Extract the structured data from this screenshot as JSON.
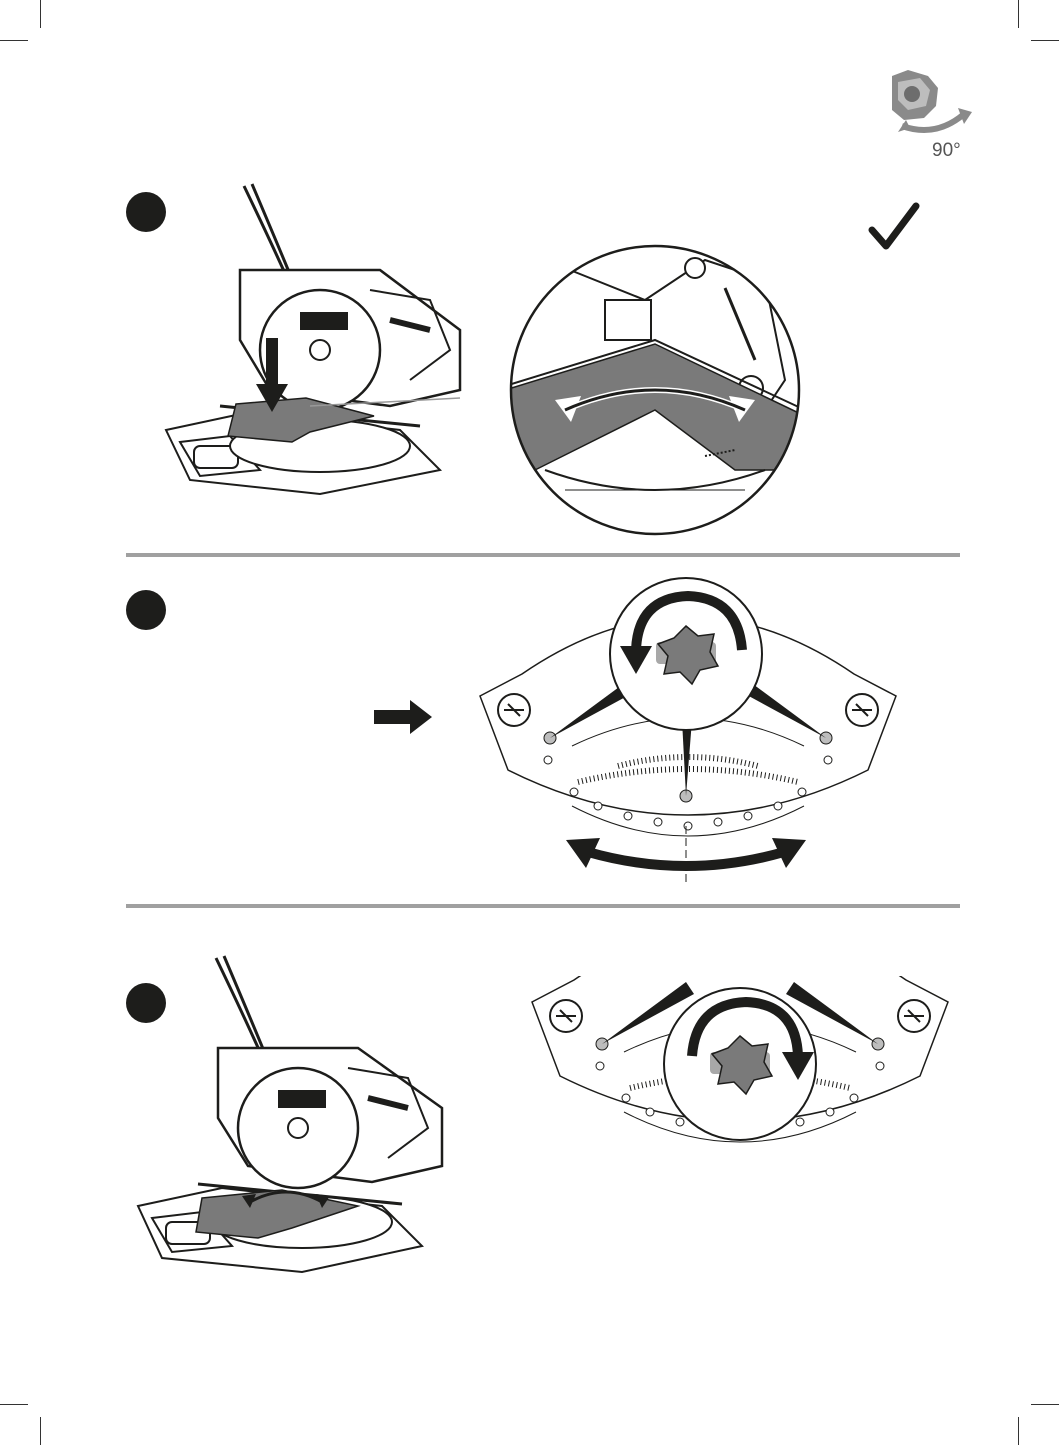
{
  "page": {
    "corner_badge": {
      "icon": "miter-saw-rotate-icon",
      "label": "90°"
    },
    "steps": [
      {
        "id": "step-1",
        "icons": [
          "saw-with-workpiece-icon",
          "magnified-square-check-icon",
          "checkmark-icon"
        ]
      },
      {
        "id": "step-2",
        "icons": [
          "arrow-right-icon",
          "miter-scale-loosen-icon",
          "rotate-ccw-icon",
          "swing-arrow-icon"
        ]
      },
      {
        "id": "step-3",
        "icons": [
          "saw-adjust-icon",
          "arrow-right-icon",
          "miter-scale-tighten-icon",
          "rotate-cw-icon"
        ]
      }
    ],
    "colors": {
      "ink": "#1d1d1b",
      "divider": "#a0a0a0",
      "board": "#7a7a7a",
      "badge_gray": "#8a8a8a"
    }
  }
}
